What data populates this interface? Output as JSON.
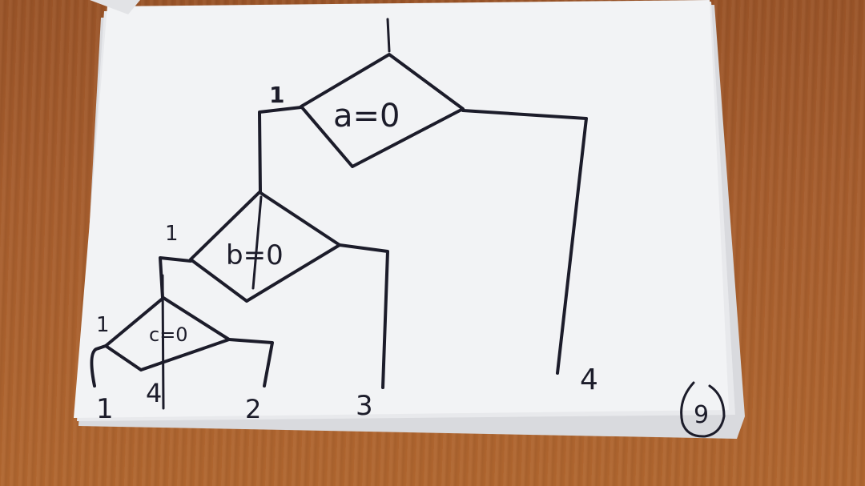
{
  "diagram": {
    "conditions": {
      "top": "a=0",
      "middle": "b=0",
      "bottom": "c=0"
    },
    "branch_marks": {
      "top": "1",
      "middle": "1",
      "bottom": "1"
    },
    "outcomes": {
      "one": "1",
      "four": "4",
      "two": "2",
      "three": "3",
      "four_right": "4"
    },
    "page_number": "9"
  }
}
